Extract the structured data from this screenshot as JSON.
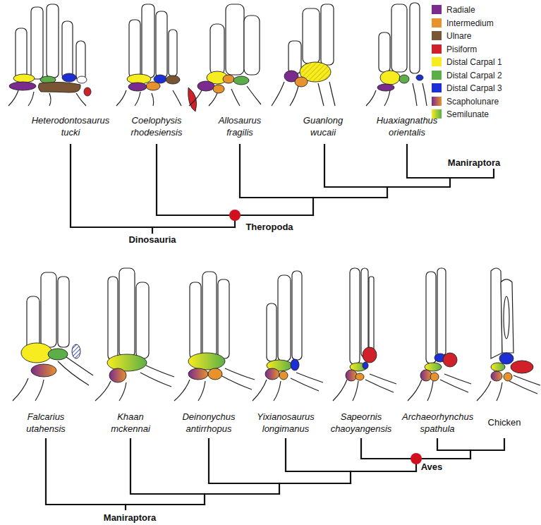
{
  "diagram": {
    "labels": [
      "Heterodontosaurus tucki",
      "Coelophysis rhodesiensis",
      "Allosaurus fragilis",
      "Guanlong wucaii",
      "Huaxiagnathus orientalis",
      "Maniraptora",
      "Theropoda",
      "Dinosauria",
      "Falcarius utahensis",
      "Khaan mckennai",
      "Deinonychus antirrhopus",
      "Yixianosaurus longimanus",
      "Sapeornis chaoyangensis",
      "Archaeorhynchus spathula",
      "Chicken",
      "Aves",
      "Maniraptora"
    ],
    "legend": [
      {
        "text": "Radiale",
        "color": "#7b2a8e"
      },
      {
        "text": "Intermedium",
        "color": "#e8922d"
      },
      {
        "text": "Ulnare",
        "color": "#7a5533"
      },
      {
        "text": "Pisiform",
        "color": "#d0202a"
      },
      {
        "text": "Distal Carpal 1",
        "color": "#f6ec1f"
      },
      {
        "text": "Distal Carpal 2",
        "color": "#5bae48"
      },
      {
        "text": "Distal Carpal 3",
        "color": "#1c2fd4"
      },
      {
        "text": "Scapholunare"
      },
      {
        "text": "Semilunate"
      }
    ]
  }
}
